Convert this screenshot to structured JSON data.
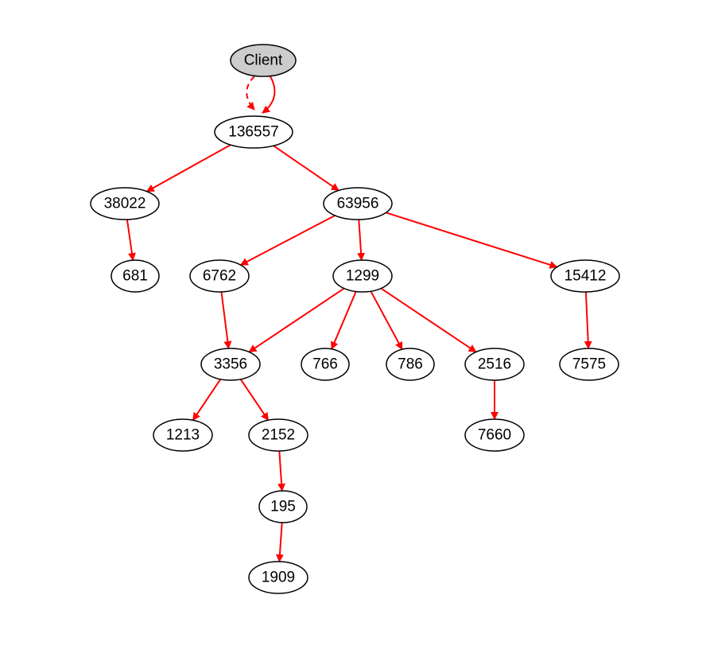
{
  "diagram": {
    "edge_color": "#ff0000",
    "root_fill": "#cccccc",
    "node_fill": "#ffffff",
    "nodes": [
      {
        "id": "client",
        "label": "Client",
        "root": true
      },
      {
        "id": "n136557",
        "label": "136557"
      },
      {
        "id": "n38022",
        "label": "38022"
      },
      {
        "id": "n63956",
        "label": "63956"
      },
      {
        "id": "n681",
        "label": "681"
      },
      {
        "id": "n6762",
        "label": "6762"
      },
      {
        "id": "n1299",
        "label": "1299"
      },
      {
        "id": "n15412",
        "label": "15412"
      },
      {
        "id": "n3356",
        "label": "3356"
      },
      {
        "id": "n766",
        "label": "766"
      },
      {
        "id": "n786",
        "label": "786"
      },
      {
        "id": "n2516",
        "label": "2516"
      },
      {
        "id": "n7575",
        "label": "7575"
      },
      {
        "id": "n1213",
        "label": "1213"
      },
      {
        "id": "n2152",
        "label": "2152"
      },
      {
        "id": "n7660",
        "label": "7660"
      },
      {
        "id": "n195",
        "label": "195"
      },
      {
        "id": "n1909",
        "label": "1909"
      }
    ],
    "edges": [
      {
        "from": "client",
        "to": "n136557",
        "style": "dashed"
      },
      {
        "from": "client",
        "to": "n136557",
        "style": "solid"
      },
      {
        "from": "n136557",
        "to": "n38022",
        "style": "solid"
      },
      {
        "from": "n136557",
        "to": "n63956",
        "style": "solid"
      },
      {
        "from": "n38022",
        "to": "n681",
        "style": "solid"
      },
      {
        "from": "n63956",
        "to": "n6762",
        "style": "solid"
      },
      {
        "from": "n63956",
        "to": "n1299",
        "style": "solid"
      },
      {
        "from": "n63956",
        "to": "n15412",
        "style": "solid"
      },
      {
        "from": "n6762",
        "to": "n3356",
        "style": "solid"
      },
      {
        "from": "n1299",
        "to": "n3356",
        "style": "solid"
      },
      {
        "from": "n1299",
        "to": "n766",
        "style": "solid"
      },
      {
        "from": "n1299",
        "to": "n786",
        "style": "solid"
      },
      {
        "from": "n1299",
        "to": "n2516",
        "style": "solid"
      },
      {
        "from": "n15412",
        "to": "n7575",
        "style": "solid"
      },
      {
        "from": "n3356",
        "to": "n1213",
        "style": "solid"
      },
      {
        "from": "n3356",
        "to": "n2152",
        "style": "solid"
      },
      {
        "from": "n2516",
        "to": "n7660",
        "style": "solid"
      },
      {
        "from": "n2152",
        "to": "n195",
        "style": "solid"
      },
      {
        "from": "n195",
        "to": "n1909",
        "style": "solid"
      }
    ]
  }
}
